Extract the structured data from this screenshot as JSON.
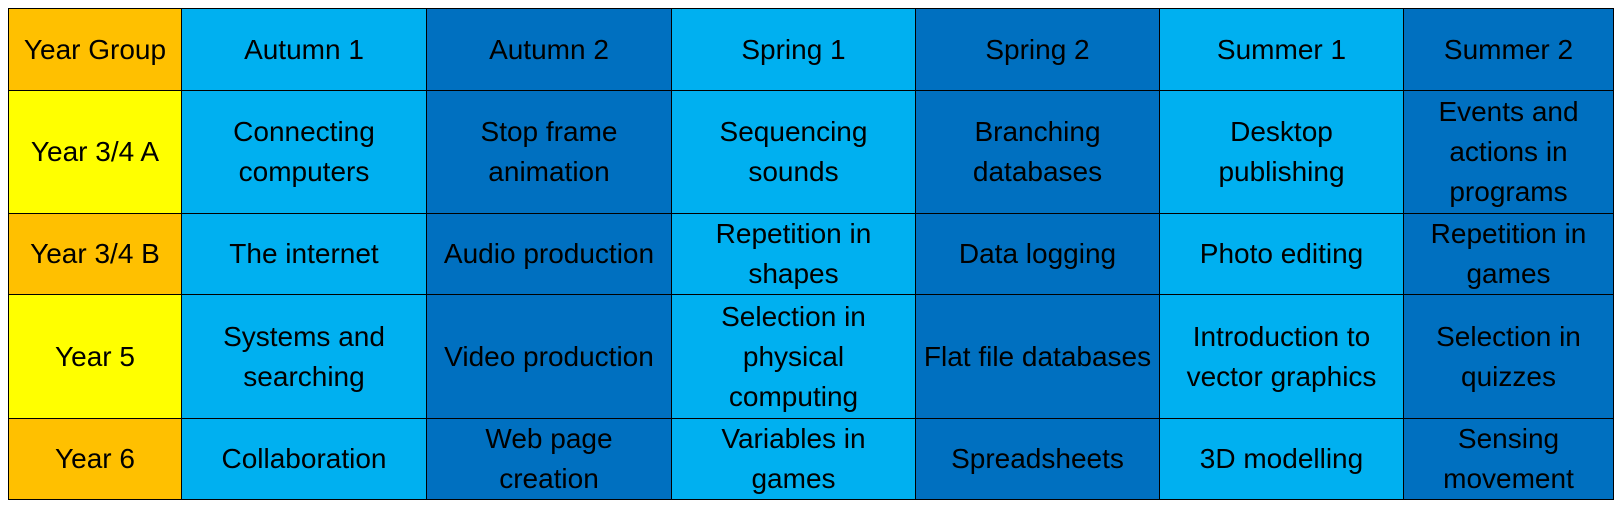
{
  "table": {
    "header": [
      "Year Group",
      "Autumn 1",
      "Autumn 2",
      "Spring 1",
      "Spring 2",
      "Summer 1",
      "Summer 2"
    ],
    "rows": [
      {
        "year": "Year 3/4 A",
        "cells": [
          "Connecting computers",
          "Stop frame animation",
          "Sequencing sounds",
          "Branching databases",
          "Desktop publishing",
          "Events and actions in programs"
        ]
      },
      {
        "year": "Year 3/4 B",
        "cells": [
          "The internet",
          "Audio production",
          "Repetition in shapes",
          "Data logging",
          "Photo editing",
          "Repetition in games"
        ]
      },
      {
        "year": "Year 5",
        "cells": [
          "Systems and searching",
          "Video production",
          "Selection in physical computing",
          "Flat file databases",
          "Introduction to vector graphics",
          "Selection in quizzes"
        ]
      },
      {
        "year": "Year 6",
        "cells": [
          "Collaboration",
          "Web page creation",
          "Variables in games",
          "Spreadsheets",
          "3D modelling",
          "Sensing movement"
        ]
      }
    ]
  },
  "colors": {
    "light_blue": "#00b0f0",
    "dark_blue": "#0070c0",
    "orange": "#ffc000",
    "yellow": "#ffff00"
  }
}
